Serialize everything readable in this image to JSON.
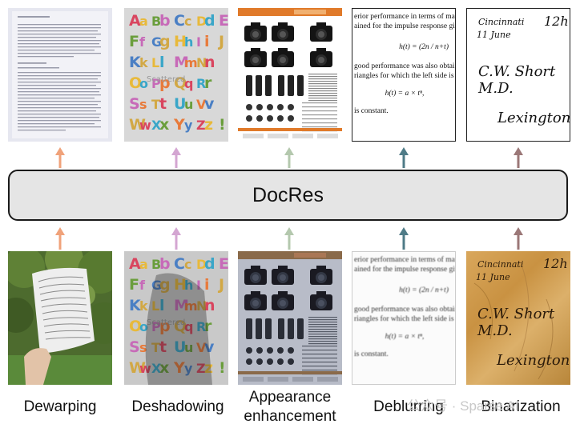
{
  "title": "DocRes",
  "tasks": [
    {
      "label": "Dewarping",
      "color": "#f0a27a"
    },
    {
      "label": "Deshadowing",
      "color": "#d4a6d2"
    },
    {
      "label": "Appearance\nenhancement",
      "color": "#b4c8ae"
    },
    {
      "label": "Deblurring",
      "color": "#4f7b87"
    },
    {
      "label": "Binarization",
      "color": "#9b7777"
    }
  ],
  "alphabet_lines": [
    "Aa Bb Cc Dd Ee",
    "Ff Gg Hh Ii Jj",
    "Kk Ll Mm Nn",
    "Oo Pp Qq Rr",
    "Ss Tt Uu Vv",
    "Ww Xx Yy Zz !?"
  ],
  "alphabet_watermark": "Scattered",
  "deblur": {
    "line1": "erior performance in terms of maxi",
    "line2": "ained for the impulse response given",
    "formula1": "h(t) = (2n / n+t)",
    "line3": "good performance was also obtained f",
    "line4": "riangles for which the left side is a f",
    "formula2": "h(t) = a × tⁿ,",
    "line5": "is constant."
  },
  "signature": {
    "line1": "Cincinnati",
    "line2": "11 June",
    "corner": "12h",
    "name": "C.W. Short M.D.",
    "place": "Lexington"
  },
  "watermark": "公众号 · Sparse AI"
}
